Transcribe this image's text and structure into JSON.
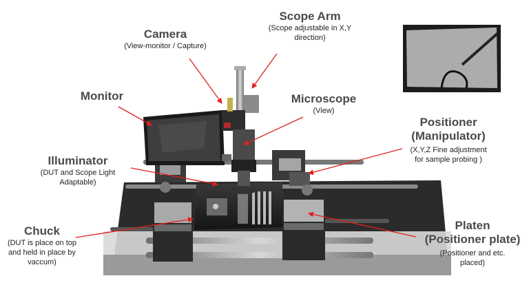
{
  "labels": {
    "scope_arm": {
      "title": "Scope  Arm",
      "lines": [
        "(Scope adjustable in X,Y",
        "direction)"
      ]
    },
    "camera": {
      "title": "Camera",
      "lines": [
        "(View-monitor /  Capture)"
      ]
    },
    "monitor": {
      "title": "Monitor",
      "lines": []
    },
    "microscope": {
      "title": "Microscope",
      "lines": [
        "(View)"
      ]
    },
    "positioner": {
      "title_lines": [
        "Positioner",
        "(Manipulator)"
      ],
      "lines": [
        "(X,Y,Z Fine adjustment",
        "for sample probing )"
      ]
    },
    "illuminator": {
      "title": "Illuminator",
      "lines": [
        "(DUT and Scope Light",
        "Adaptable)"
      ]
    },
    "chuck": {
      "title": "Chuck",
      "lines": [
        "(DUT is place on top",
        "and held in place by",
        "vaccum)"
      ]
    },
    "platen": {
      "title_lines": [
        "Platen",
        "(Positioner plate)"
      ],
      "lines": [
        "(Positioner and etc.",
        "placed)"
      ]
    }
  },
  "colors": {
    "arrow": "#e0201c",
    "text": "#4a4a4a"
  }
}
